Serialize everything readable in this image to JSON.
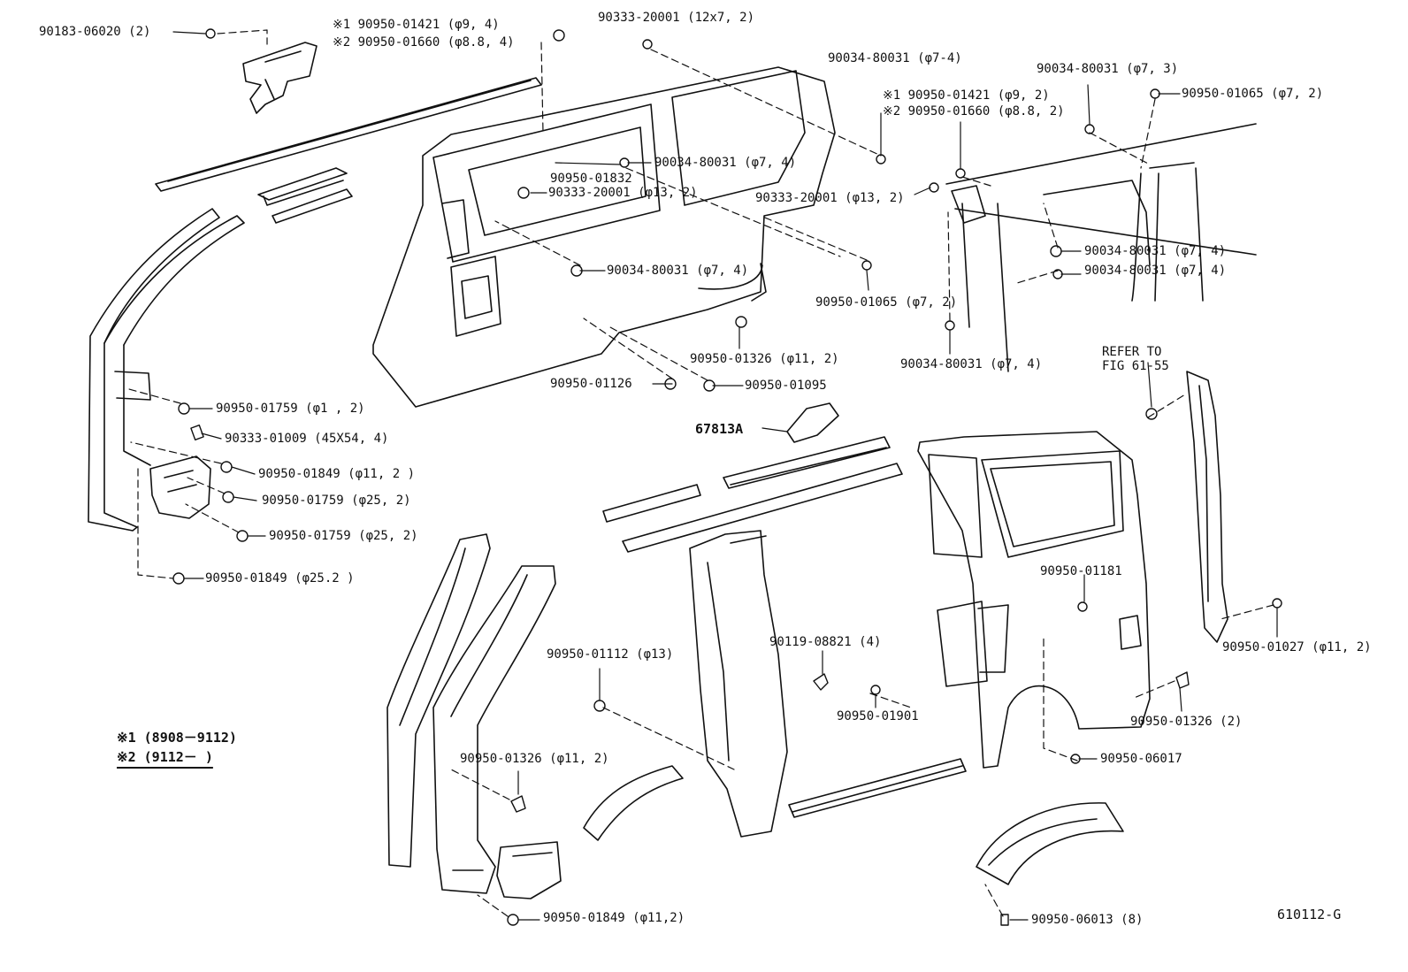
{
  "labels": [
    "90183-06020 (2)",
    "※1 90950-01421 (φ9, 4)",
    "※2 90950-01660 (φ8.8, 4)",
    "90333-20001 (12x7, 2)",
    "90034-80031 (φ7-4)",
    "※1 90950-01421 (φ9, 2)",
    "※2 90950-01660 (φ8.8, 2)",
    "90034-80031 (φ7, 3)",
    "90950-01065 (φ7, 2)",
    "90034-80031 (φ7, 4)",
    "90950-01832",
    "90333-20001 (φ13, 2)",
    "90333-20001 (φ13, 2)",
    "90034-80031 (φ7, 4)",
    "90034-80031 (φ7, 4)",
    "90034-80031 (φ7, 4)",
    "90950-01065 (φ7, 2)",
    "90950-01326 (φ11, 2)",
    "90034-80031 (φ7, 4)",
    "90950-01126",
    "90950-01095",
    "REFER TO",
    "FIG 61-55",
    "90950-01759 (φ1 , 2)",
    "90333-01009 (45X54, 4)",
    "90950-01849 (φ11, 2 )",
    "90950-01759  (φ25, 2)",
    "90950-01759  (φ25, 2)",
    "90950-01849 (φ25.2 )",
    "67813A",
    "90950-01181",
    "90950-01112 (φ13)",
    "90119-08821 (4)",
    "90950-01027 (φ11, 2)",
    "90950-01901",
    "90950-01326 (2)",
    "90950-06017",
    "90950-01326 (φ11, 2)",
    "90950-01849 (φ11,2)",
    "90950-06013 (8)"
  ],
  "legend": {
    "line1": "※1 (8908－9112)",
    "line2": "※2 (9112－        )"
  },
  "figure_id": "610112-G",
  "colors": {
    "ink": "#111111",
    "paper": "#ffffff"
  }
}
